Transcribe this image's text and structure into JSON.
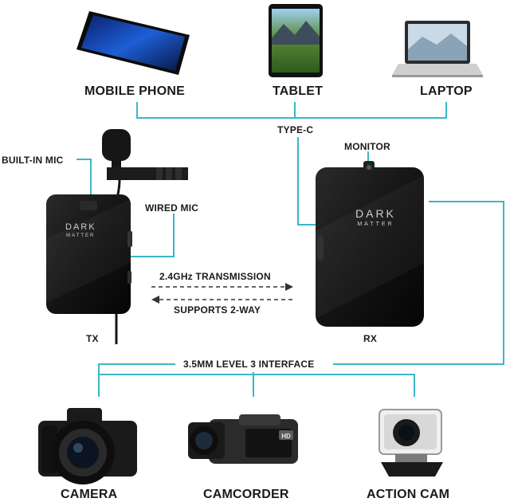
{
  "top_devices": {
    "phone": "MOBILE PHONE",
    "tablet": "TABLET",
    "laptop": "LAPTOP"
  },
  "connections": {
    "type_c": "TYPE-C",
    "monitor": "MONITOR",
    "builtin_mic": "BUILT-IN MIC",
    "wired_mic": "WIRED MIC",
    "transmission": "2.4GHz TRANSMISSION",
    "two_way": "SUPPORTS 2-WAY",
    "interface": "3.5MM LEVEL 3 INTERFACE"
  },
  "units": {
    "tx": "TX",
    "rx": "RX"
  },
  "brand": {
    "line1": "DARK",
    "line2": "MATTER"
  },
  "camcorder_badge": "HD",
  "bottom_devices": {
    "camera": "CAMERA",
    "camcorder": "CAMCORDER",
    "action_cam": "ACTION CAM"
  },
  "colors": {
    "connector_line": "#3bb6c8",
    "device_body": "#151515",
    "text": "#1a1a1a"
  }
}
